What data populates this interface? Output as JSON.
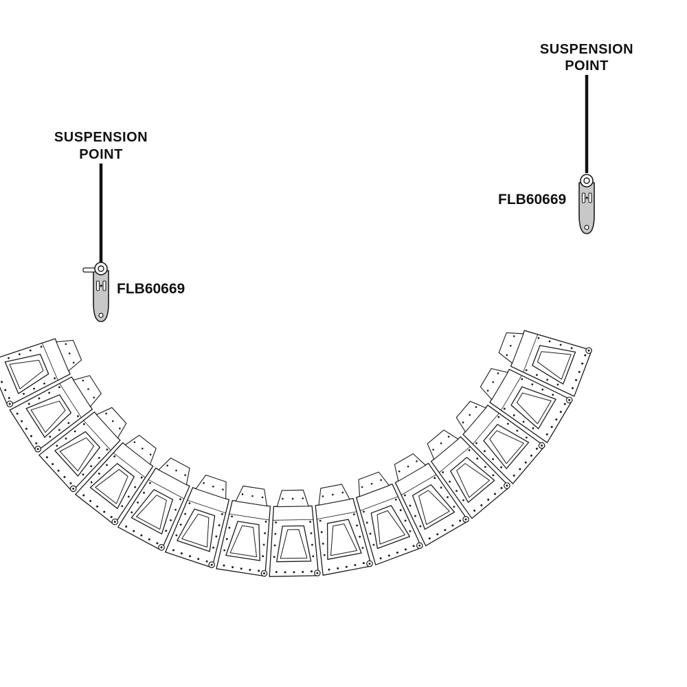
{
  "diagram": {
    "suspension_left": {
      "line1": "SUSPENSION",
      "line2": "POINT"
    },
    "suspension_right": {
      "line1": "SUSPENSION",
      "line2": "POINT"
    },
    "bracket_left": {
      "part_number": "FLB60669"
    },
    "bracket_right": {
      "part_number": "FLB60669"
    },
    "array": {
      "cabinet_count": 15
    },
    "colors": {
      "line": "#1a1a1a",
      "cable": "#111111",
      "bracket_fill": "#c8c8c8",
      "cabinet_fill": "#ffffff",
      "background": "#ffffff"
    }
  }
}
